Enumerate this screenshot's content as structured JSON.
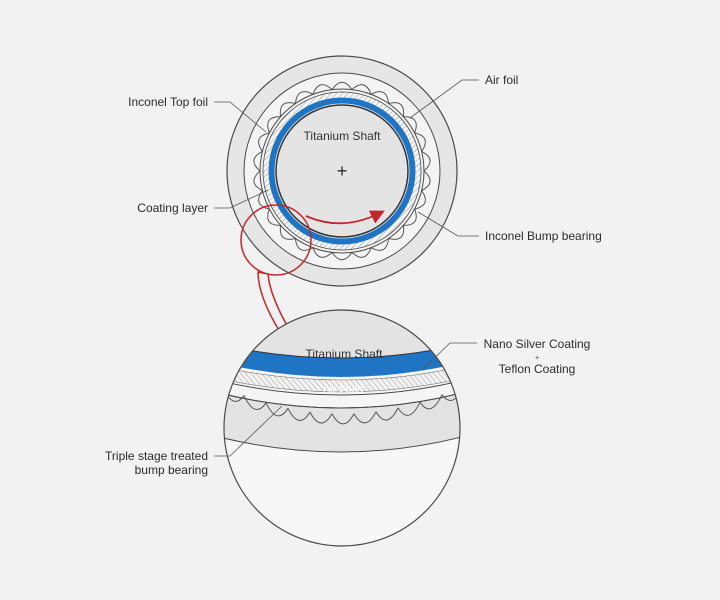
{
  "top_view": {
    "shaft_label": "Titanium Shaft",
    "center_mark": "+"
  },
  "labels": {
    "inconel_top_foil": "Inconel Top foil",
    "air_foil": "Air foil",
    "coating_layer": "Coating layer",
    "inconel_bump_bearing": "Inconel Bump bearing",
    "nano_silver_line1": "Nano Silver Coating",
    "nano_plus": "+",
    "teflon_coating": "Teflon Coating",
    "triple_stage_line1": "Triple stage treated",
    "triple_stage_line2": "bump bearing"
  },
  "zoom_view": {
    "shaft_label": "Titanium Shaft",
    "air_fluid_label": "Air Fluid"
  },
  "colors": {
    "background": "#f2f2f2",
    "blue_coating": "#1f74c4",
    "red_arrow": "#c0282d",
    "outer_ring": "#e6e6e6",
    "stroke": "#4a4a4a"
  }
}
